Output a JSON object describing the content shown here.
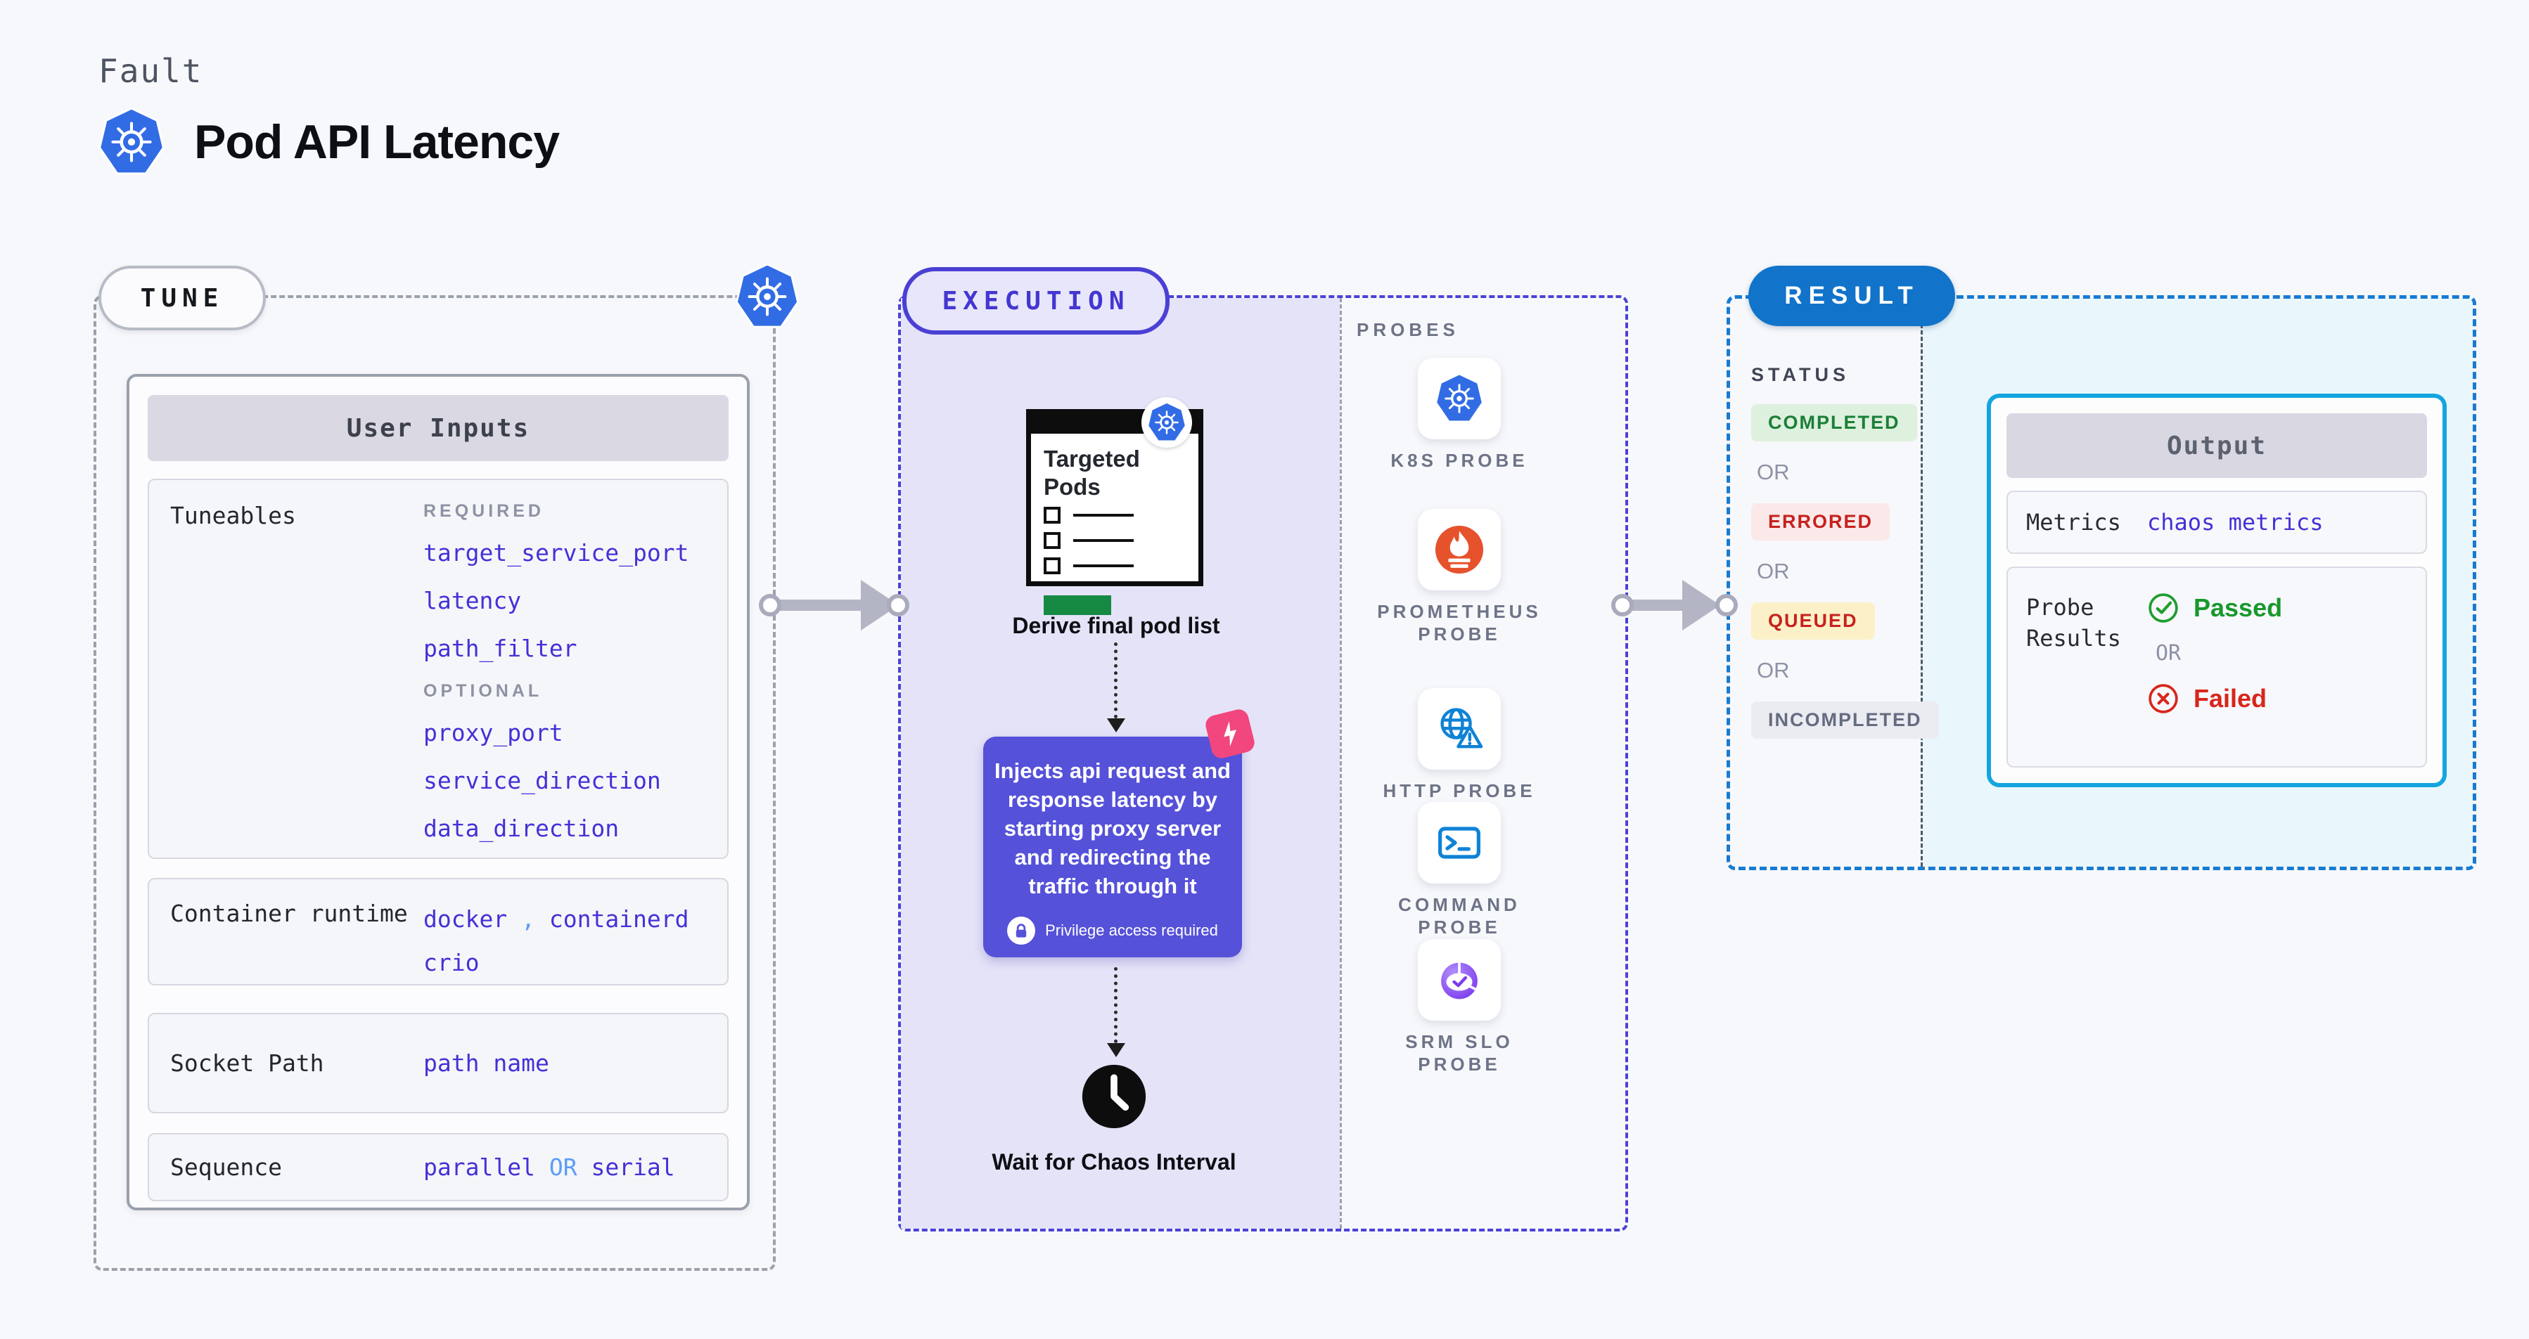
{
  "header": {
    "eyebrow": "Fault",
    "title": "Pod API Latency"
  },
  "tune": {
    "label": "TUNE",
    "user_inputs": {
      "title": "User Inputs",
      "tuneables": {
        "label": "Tuneables",
        "required_label": "REQUIRED",
        "required_items": [
          "target_service_port",
          "latency",
          "path_filter"
        ],
        "optional_label": "OPTIONAL",
        "optional_items": [
          "proxy_port",
          "service_direction",
          "data_direction"
        ]
      },
      "container_runtime": {
        "label": "Container runtime",
        "value1": "docker",
        "comma": ",",
        "value2": "containerd",
        "value3": "crio"
      },
      "socket_path": {
        "label": "Socket Path",
        "value": "path name"
      },
      "sequence": {
        "label": "Sequence",
        "value_a": "parallel",
        "or": "OR",
        "value_b": "serial"
      }
    }
  },
  "execution": {
    "label": "EXECUTION",
    "targeted_pods_title": "Targeted Pods",
    "derive_label": "Derive final pod list",
    "inject_text": "Injects api request and response latency by starting proxy server and redirecting the traffic through it",
    "privilege_note": "Privilege access required",
    "wait_label": "Wait for Chaos Interval"
  },
  "probes": {
    "label": "PROBES",
    "items": [
      {
        "label": "K8S PROBE",
        "icon": "kubernetes-icon"
      },
      {
        "label": "PROMETHEUS PROBE",
        "icon": "prometheus-icon"
      },
      {
        "label": "HTTP PROBE",
        "icon": "globe-warning-icon"
      },
      {
        "label": "COMMAND PROBE",
        "icon": "terminal-icon"
      },
      {
        "label": "SRM SLO PROBE",
        "icon": "slo-pie-check-icon"
      }
    ]
  },
  "result": {
    "label": "RESULT",
    "status": {
      "label": "STATUS",
      "or_label": "OR",
      "badges": [
        {
          "text": "COMPLETED",
          "color": "#1a7f37",
          "bg": "#def0de"
        },
        {
          "text": "ERRORED",
          "color": "#c5221f",
          "bg": "#fbe9e9"
        },
        {
          "text": "QUEUED",
          "color": "#c5221f",
          "bg": "#fcf0c8"
        },
        {
          "text": "INCOMPLETED",
          "color": "#656c80",
          "bg": "#ebecf2"
        }
      ]
    },
    "output": {
      "title": "Output",
      "metrics_label": "Metrics",
      "metrics_value": "chaos metrics",
      "probe_results_label": "Probe Results",
      "passed": "Passed",
      "or_label": "OR",
      "failed": "Failed"
    }
  },
  "colors": {
    "page_bg": "#f7f8fb",
    "indigo_value": "#4331d8",
    "light_blue": "#5b9df6",
    "execution_accent": "#4a40d4",
    "execution_fill": "#e4e3f8",
    "inject_purple": "#5551d9",
    "pink_badge": "#f2467e",
    "result_blue": "#1173ca",
    "output_border_cyan": "#14a5de",
    "output_bg_cyan": "#e9f6fb",
    "k8s_blue": "#326ce5",
    "prometheus_orange": "#e6522c",
    "probe_blue": "#0f82d6",
    "passed_green": "#18982d",
    "failed_red": "#d8261c",
    "arrow_gray": "#b3b5c4",
    "targeted_green": "#168a43"
  }
}
